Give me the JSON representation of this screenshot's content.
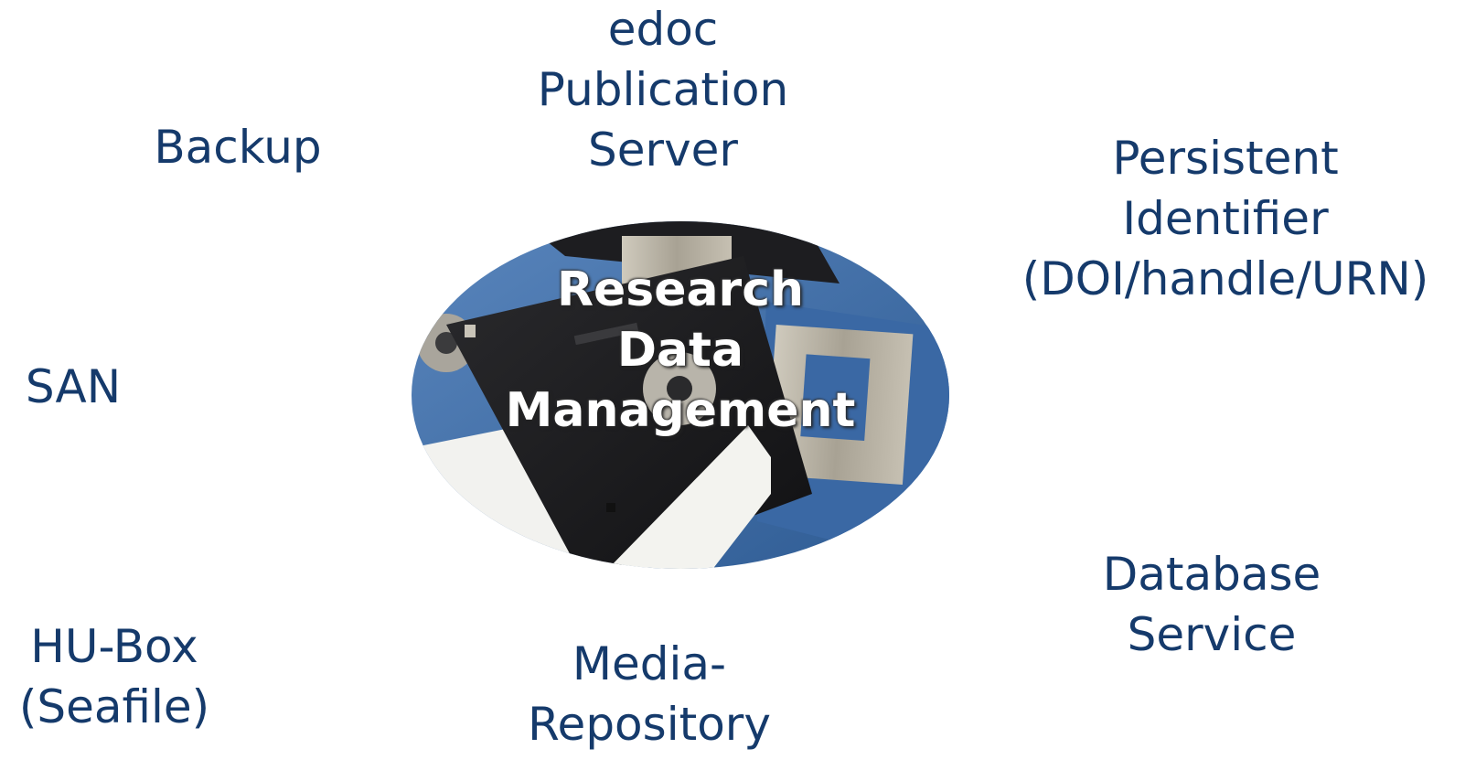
{
  "nodes": {
    "edoc": [
      "edoc",
      "Publication",
      "Server"
    ],
    "backup": [
      "Backup"
    ],
    "persistent_identifier": [
      "Persistent",
      "Identifier",
      "(DOI/handle/URN)"
    ],
    "san": [
      "SAN"
    ],
    "database_service": [
      "Database",
      "Service"
    ],
    "hu_box": [
      "HU-Box",
      "(Seafile)"
    ],
    "media_repository": [
      "Media-",
      "Repository"
    ]
  },
  "center": {
    "title": [
      "Research",
      "Data",
      "Management"
    ],
    "image": "floppy-disks-photo"
  },
  "colors": {
    "label_text": "#153a6b",
    "center_text": "#ffffff",
    "disk_blue": "#3c6aa6",
    "disk_black": "#1c1c1e",
    "shutter_metal": "#b8b2a4"
  }
}
